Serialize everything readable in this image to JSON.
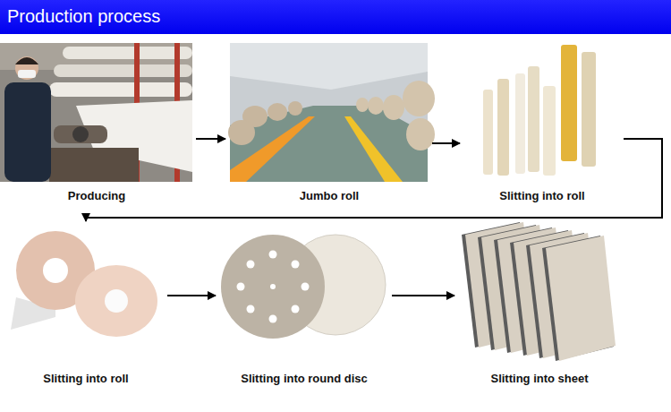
{
  "diagram": {
    "title": "Production process",
    "nodes": [
      {
        "text": [
          "Producing"
        ]
      },
      {
        "text": [
          "Jumbo roll"
        ]
      },
      {
        "text": [
          "Slitting into roll"
        ]
      },
      {
        "text": [
          "Slitting into roll"
        ]
      },
      {
        "text": [
          "Slitting into round disc"
        ]
      },
      {
        "text": [
          "Slitting into sheet"
        ]
      }
    ],
    "edges": [
      {
        "from": 0,
        "to": 1,
        "arrow": "to"
      },
      {
        "from": 1,
        "to": 2,
        "arrow": "to"
      },
      {
        "from": 2,
        "to": 3,
        "arrow": "to"
      },
      {
        "from": 3,
        "to": 4,
        "arrow": "to"
      },
      {
        "from": 4,
        "to": 5,
        "arrow": "to"
      }
    ]
  }
}
